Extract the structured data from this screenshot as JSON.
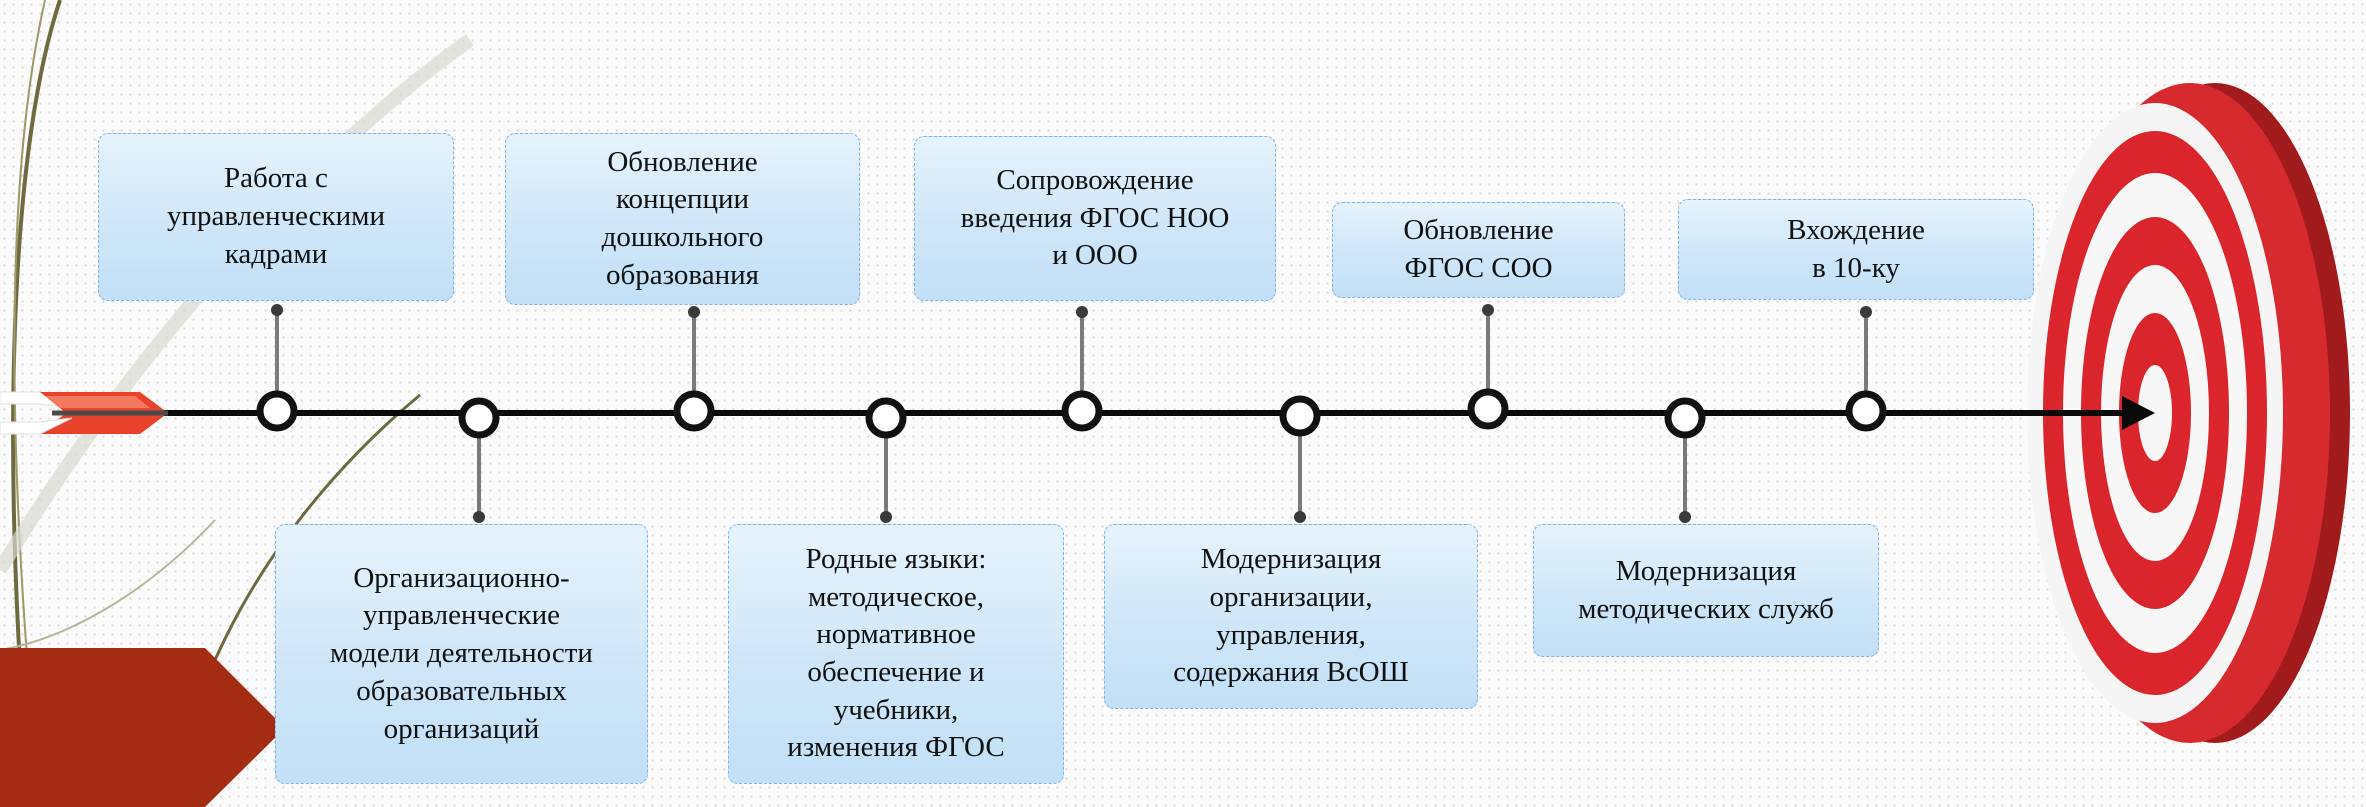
{
  "timeline": {
    "top_items": [
      {
        "lines": [
          "Работа с",
          "управленческими",
          "кадрами"
        ]
      },
      {
        "lines": [
          "Обновление",
          "концепции",
          "дошкольного",
          "образования"
        ]
      },
      {
        "lines": [
          "Сопровождение",
          "введения ФГОС НОО",
          "и ООО"
        ]
      },
      {
        "lines": [
          "Обновление",
          "ФГОС СОО"
        ]
      },
      {
        "lines": [
          "Вхождение",
          "в 10-ку"
        ]
      }
    ],
    "bottom_items": [
      {
        "lines": [
          "Организационно-",
          "управленческие",
          "модели деятельности",
          "образовательных",
          "организаций"
        ]
      },
      {
        "lines": [
          "Родные языки:",
          "методическое,",
          "нормативное",
          "обеспечение и",
          "учебники,",
          "изменения ФГОС"
        ]
      },
      {
        "lines": [
          "Модернизация",
          "организации,",
          "управления,",
          "содержания ВсОШ"
        ]
      },
      {
        "lines": [
          "Модернизация",
          "методических служб"
        ]
      }
    ]
  },
  "colors": {
    "target_red": "#d9252b",
    "arrow_fletching": "#e8412c",
    "corner_shape": "#a32c12",
    "box_border": "#7fb3e0",
    "line": "#0a0a0a"
  },
  "icons": {
    "target": "bullseye-target-icon",
    "arrow_tail": "arrow-fletching-icon",
    "arrowhead": "arrowhead-icon"
  }
}
